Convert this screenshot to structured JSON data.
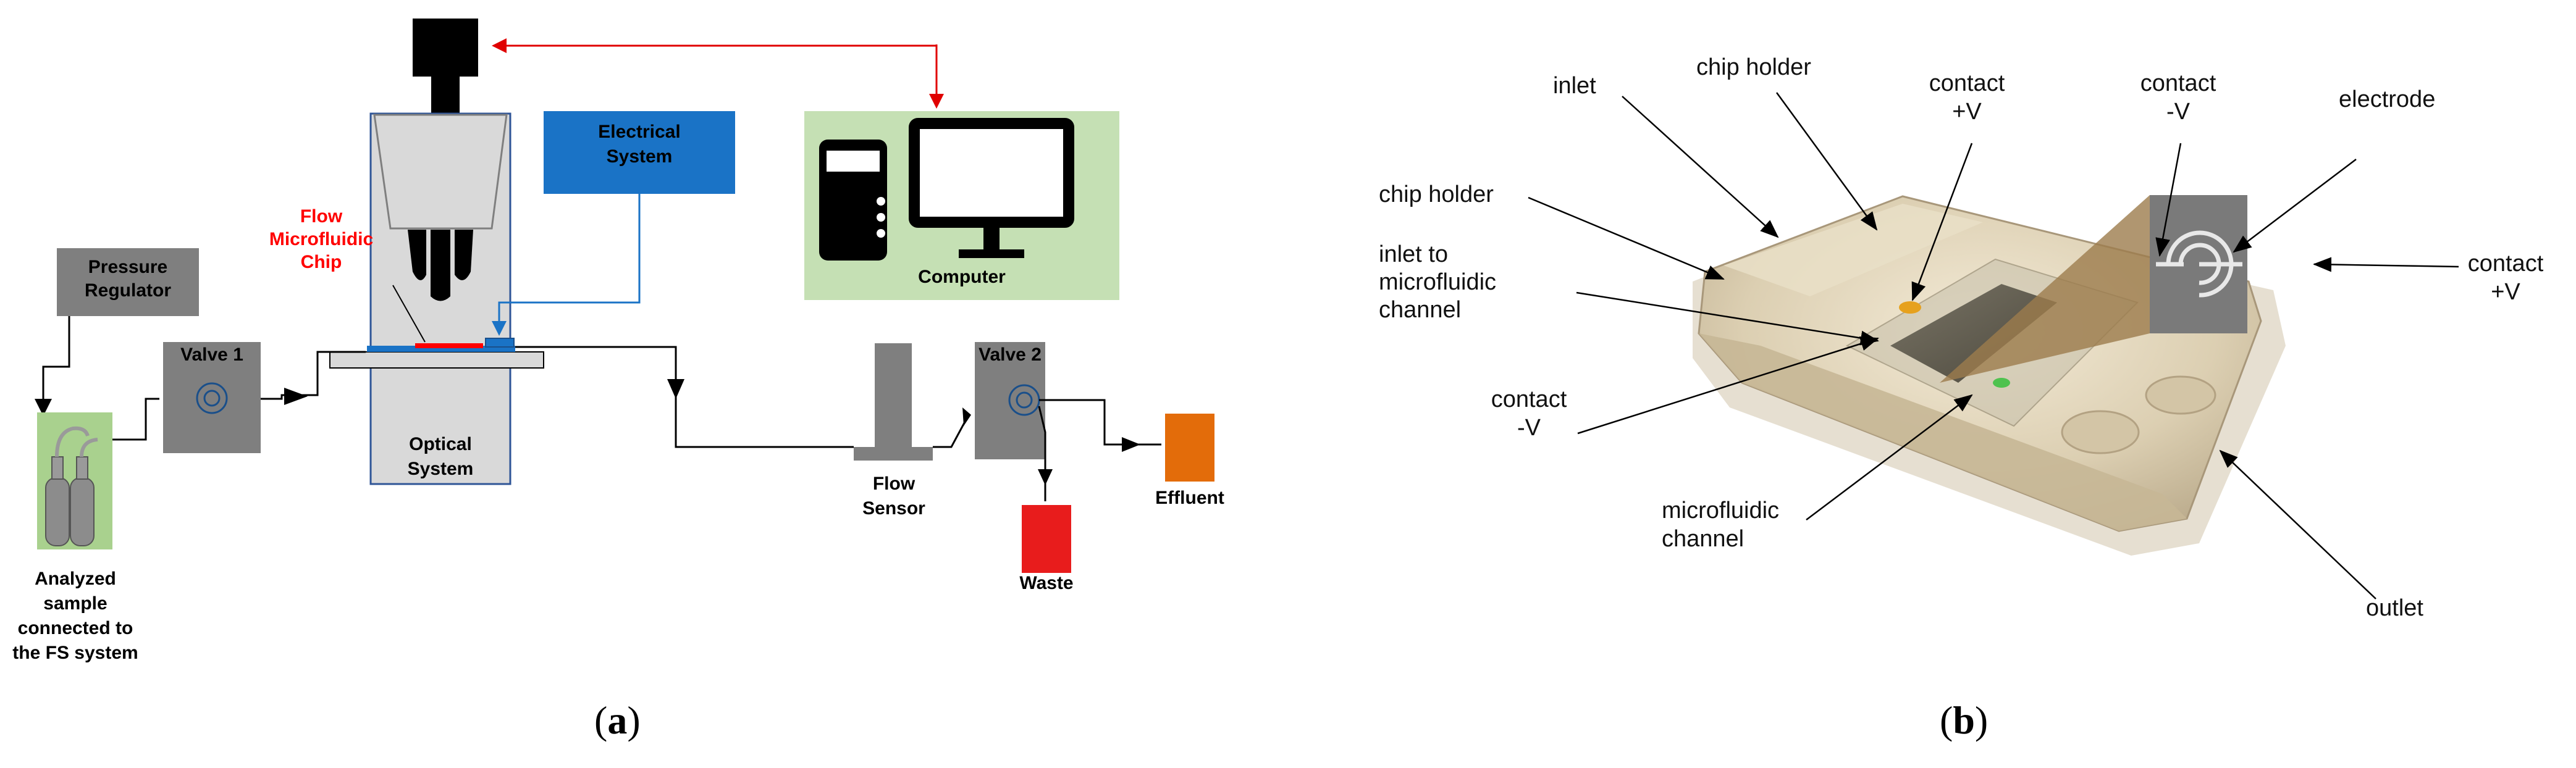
{
  "panel_a": {
    "caption_open": "(",
    "caption_letter": "a",
    "caption_close": ")",
    "pressure_regulator": [
      "Pressure",
      "Regulator"
    ],
    "valve1": "Valve 1",
    "valve2": "Valve 2",
    "flow_chip": [
      "Flow",
      "Microfluidic",
      "Chip"
    ],
    "electrical_system": [
      "Electrical",
      "System"
    ],
    "computer": "Computer",
    "optical_system": [
      "Optical",
      "System"
    ],
    "flow_sensor": [
      "Flow",
      "Sensor"
    ],
    "effluent": "Effluent",
    "waste": "Waste",
    "sample": [
      "Analyzed",
      "sample",
      "connected to",
      "the FS system"
    ],
    "colors": {
      "gray_box": "#7f7f7f",
      "electrical_blue": "#1a73c6",
      "computer_green": "#c5e0b4",
      "chip_red": "#ff0000",
      "effluent_orange": "#e36c0a",
      "waste_red": "#e81c1c",
      "optical_fill": "#d9d9d9",
      "optical_border": "#2f5597",
      "sample_green": "#a9d18e"
    }
  },
  "panel_b": {
    "caption_open": "(",
    "caption_letter": "b",
    "caption_close": ")",
    "labels": {
      "inlet": "inlet",
      "chip_holder_top": "chip holder",
      "contact_plus_top": [
        "contact",
        "+V"
      ],
      "contact_minus_top": [
        "contact",
        "-V"
      ],
      "electrode": "electrode",
      "chip_holder_left": "chip holder",
      "inlet_to_channel": [
        "inlet to",
        "microfluidic",
        "channel"
      ],
      "contact_plus_right": [
        "contact",
        "+V"
      ],
      "contact_minus_left": [
        "contact",
        "-V"
      ],
      "microfluidic_channel": [
        "microfluidic",
        "channel"
      ],
      "outlet": "outlet"
    }
  }
}
